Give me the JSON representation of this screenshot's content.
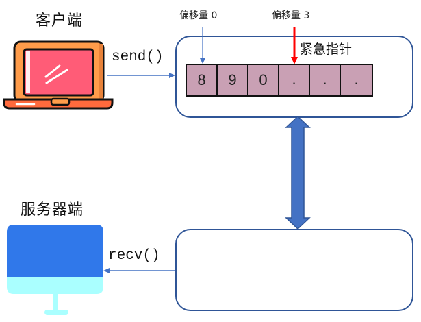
{
  "client": {
    "title": "客户端",
    "icon": "laptop-icon",
    "call": "send()"
  },
  "server": {
    "title": "服务器端",
    "icon": "monitor-icon",
    "call": "recv()"
  },
  "send_buffer": {
    "offset_labels": {
      "start": "偏移量 0",
      "urgent": "偏移量 3"
    },
    "urgent_pointer_label": "紧急指针",
    "cells": [
      "8",
      "9",
      "0",
      ".",
      ".",
      "."
    ]
  },
  "recv_buffer": {
    "cells": []
  },
  "colors": {
    "box_border": "#2f5597",
    "arrow_blue": "#4472c4",
    "urgent_red": "#ff0000",
    "cell_fill": "#c9a0b4",
    "laptop_body": "#ff9c4a",
    "laptop_screen": "#ff5c77",
    "monitor_blue": "#3078ea",
    "monitor_light": "#aaffff"
  }
}
